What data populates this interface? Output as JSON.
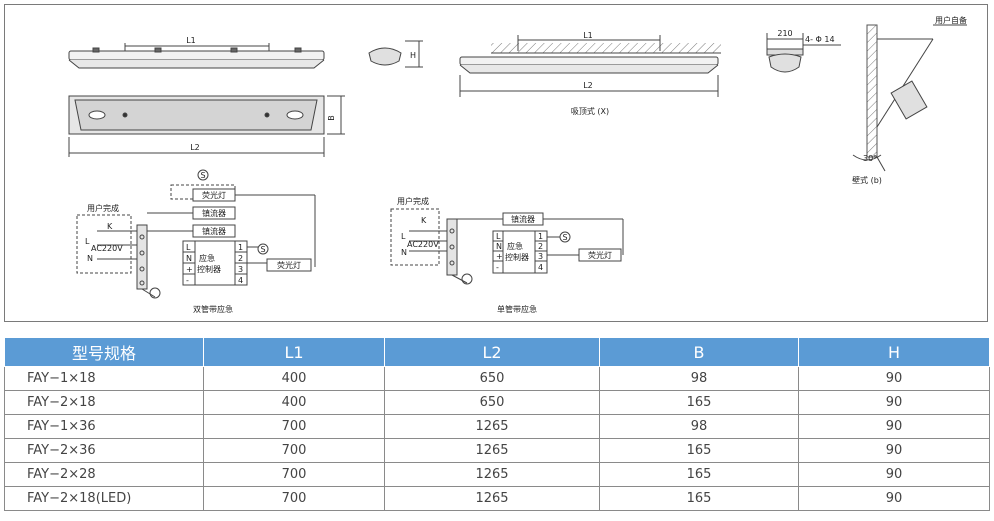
{
  "drawing": {
    "labels": {
      "l1": "L1",
      "l2": "L2",
      "b": "B",
      "h": "H",
      "dim_210": "210",
      "holes": "4- Φ 14",
      "user_supplied": "用户自备",
      "ceiling_caption": "吸顶式 (X)",
      "wall_caption": "壁式 (b)",
      "angle": "30°",
      "double_caption": "双管带应急",
      "single_caption": "单管带应急",
      "user_complete": "用户完成",
      "k": "K",
      "l": "L",
      "n": "N",
      "ac": "AC220V",
      "ballast": "镇流器",
      "fluorescent": "荧光灯",
      "emergency": "应急",
      "controller": "控制器",
      "s": "S",
      "plus": "+",
      "minus": "-",
      "t1": "1",
      "t2": "2",
      "t3": "3",
      "t4": "4"
    }
  },
  "table": {
    "headers": [
      "型号规格",
      "L1",
      "L2",
      "B",
      "H"
    ],
    "rows": [
      [
        "FAY−1×18",
        "400",
        "650",
        "98",
        "90"
      ],
      [
        "FAY−2×18",
        "400",
        "650",
        "165",
        "90"
      ],
      [
        "FAY−1×36",
        "700",
        "1265",
        "98",
        "90"
      ],
      [
        "FAY−2×36",
        "700",
        "1265",
        "165",
        "90"
      ],
      [
        "FAY−2×28",
        "700",
        "1265",
        "165",
        "90"
      ],
      [
        "FAY−2×18(LED)",
        "700",
        "1265",
        "165",
        "90"
      ]
    ]
  }
}
